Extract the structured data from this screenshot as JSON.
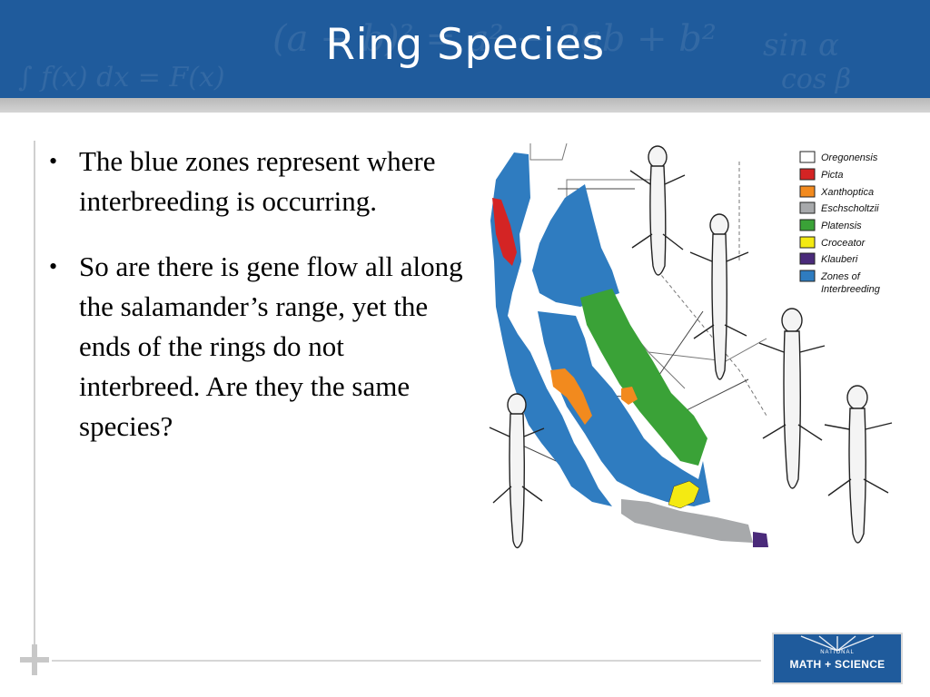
{
  "slide": {
    "title": "Ring Species",
    "bullets": [
      "The blue zones represent where interbreeding is occurring.",
      "So are there is gene flow all along the salamander’s range, yet the ends of the rings do not  interbreed. Are they the same species?"
    ]
  },
  "figure": {
    "legend": [
      {
        "label": "Oregonensis",
        "color": "#ffffff"
      },
      {
        "label": "Picta",
        "color": "#d42424"
      },
      {
        "label": "Xanthoptica",
        "color": "#f28a1e"
      },
      {
        "label": "Eschscholtzii",
        "color": "#a7a9ab"
      },
      {
        "label": "Platensis",
        "color": "#3aa237"
      },
      {
        "label": "Croceator",
        "color": "#f4ea12"
      },
      {
        "label": "Klauberi",
        "color": "#4a2a7a"
      },
      {
        "label": "Zones of Interbreeding",
        "color": "#2f7cc0"
      }
    ]
  },
  "logo": {
    "line1": "NATIONAL",
    "line2": "MATH + SCIENCE"
  },
  "colors": {
    "header": "#1f5b9c",
    "interbreeding_blue": "#2f7cc0"
  }
}
